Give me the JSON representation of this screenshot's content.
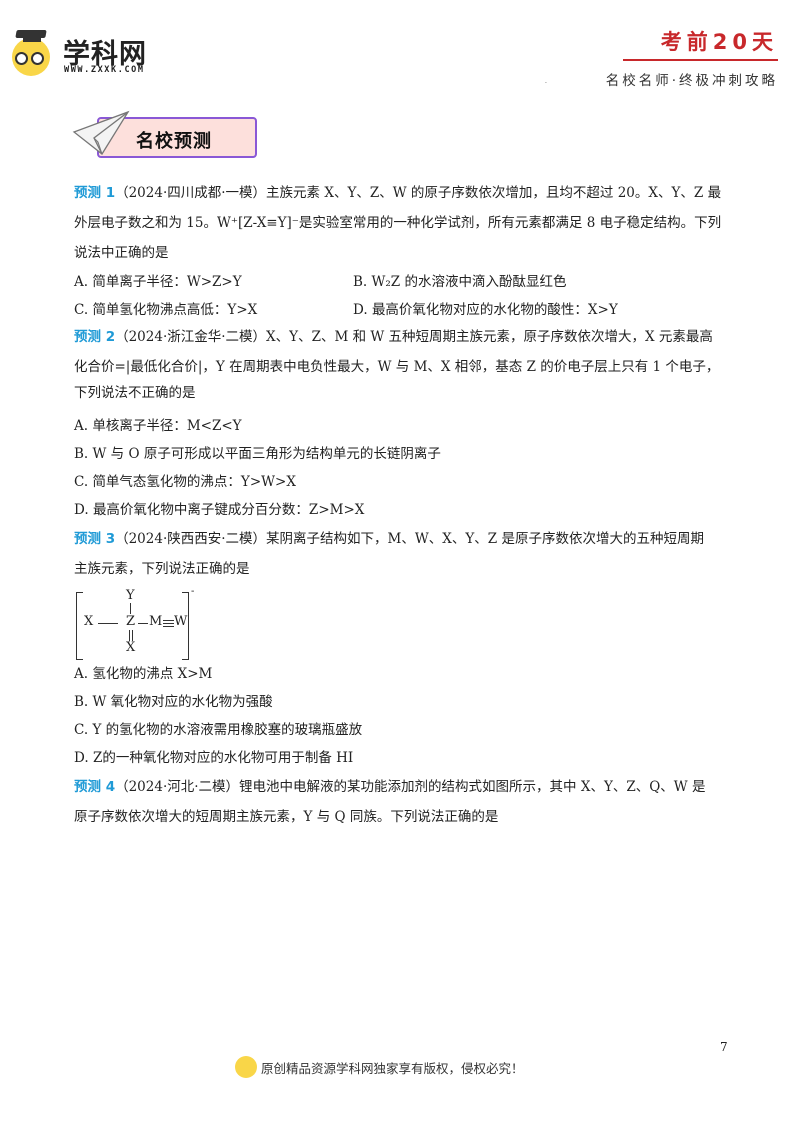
{
  "header": {
    "logo_title": "学科网",
    "logo_url": "WWW.ZXXK.COM",
    "brand_title": "考前20天",
    "brand_subtitle": "名校名师·终极冲刺攻略",
    "dot": "."
  },
  "section": {
    "title": "名校预测",
    "icon": "paper-plane-icon"
  },
  "questions": [
    {
      "label": "预测 1",
      "source": "（2024·四川成都·一模）",
      "stem_lines": [
        "主族元素 X、Y、Z、W 的原子序数依次增加，且均不超过 20。X、Y、Z 最",
        "外层电子数之和为 15。W⁺[Z-X≡Y]⁻是实验室常用的一种化学试剂，所有元素都满足 8 电子稳定结构。下列",
        "说法中正确的是"
      ],
      "options": [
        {
          "key": "A.",
          "text": "简单离子半径：W>Z>Y"
        },
        {
          "key": "B.",
          "text": "W₂Z 的水溶液中滴入酚酞显红色"
        },
        {
          "key": "C.",
          "text": "简单氢化物沸点高低：Y>X"
        },
        {
          "key": "D.",
          "text": "最高价氧化物对应的水化物的酸性：X>Y"
        }
      ]
    },
    {
      "label": "预测 2",
      "source": "（2024·浙江金华·二模）",
      "stem_lines": [
        "X、Y、Z、M 和 W 五种短周期主族元素，原子序数依次增大，X 元素最高",
        "化合价=|最低化合价|，Y 在周期表中电负性最大，W 与 M、X 相邻，基态 Z 的价电子层上只有 1 个电子，",
        "下列说法不正确的是"
      ],
      "options": [
        {
          "key": "A.",
          "text": "单核离子半径：M<Z<Y"
        },
        {
          "key": "B.",
          "text": "W 与 O 原子可形成以平面三角形为结构单元的长链阴离子"
        },
        {
          "key": "C.",
          "text": "简单气态氢化物的沸点：Y>W>X"
        },
        {
          "key": "D.",
          "text": "最高价氧化物中离子键成分百分数：Z>M>X"
        }
      ]
    },
    {
      "label": "预测 3",
      "source": "（2024·陕西西安·二模）",
      "stem_lines": [
        "某阴离子结构如下，M、W、X、Y、Z 是原子序数依次增大的五种短周期",
        "主族元素，下列说法正确的是"
      ],
      "structure": {
        "top": "Y",
        "left": "X",
        "center": "Z",
        "right1": "M",
        "right2": "W",
        "bottom": "X",
        "charge": "-"
      },
      "options": [
        {
          "key": "A.",
          "text": "氢化物的沸点 X>M"
        },
        {
          "key": "B.",
          "text": "W 氧化物对应的水化物为强酸"
        },
        {
          "key": "C.",
          "text": "Y 的氢化物的水溶液需用橡胶塞的玻璃瓶盛放"
        },
        {
          "key": "D.",
          "text": "Z的一种氧化物对应的水化物可用于制备 HI"
        }
      ]
    },
    {
      "label": "预测 4",
      "source": "（2024·河北·二模）",
      "stem_lines": [
        "锂电池中电解液的某功能添加剂的结构式如图所示，其中 X、Y、Z、Q、W 是",
        "原子序数依次增大的短周期主族元素，Y 与 Q 同族。下列说法正确的是"
      ]
    }
  ],
  "footer": {
    "page_number": "7",
    "copyright": "原创精品资源学科网独家享有版权，侵权必究！"
  },
  "colors": {
    "question_label": "#1f9ad6",
    "brand_red": "#c8282b",
    "banner_fill": "#fde0dc",
    "banner_border": "#8a58d6",
    "logo_yellow": "#f9d648"
  }
}
